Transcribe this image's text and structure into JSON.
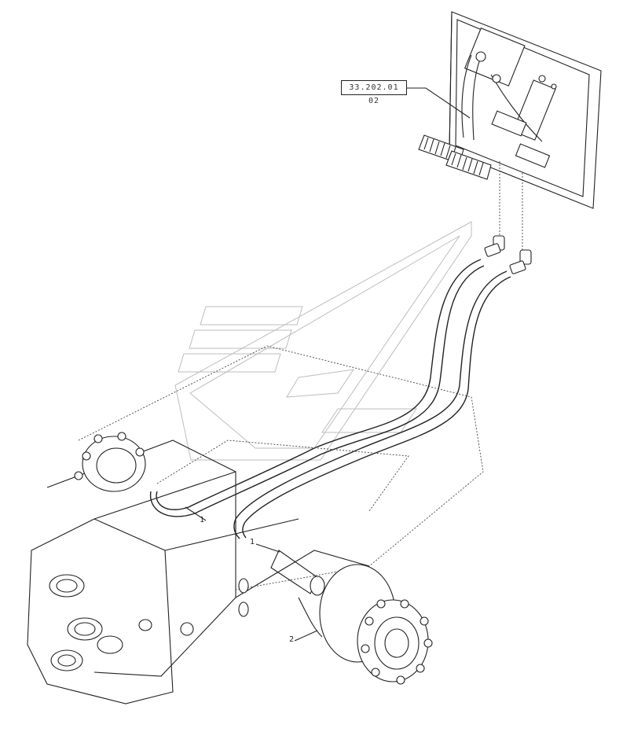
{
  "diagram": {
    "reference_label": "33.202.01 02",
    "callouts": [
      "1",
      "1",
      "2"
    ]
  },
  "colors": {
    "line": "#222222",
    "watermark": "#bdbdbd",
    "background": "#ffffff"
  }
}
